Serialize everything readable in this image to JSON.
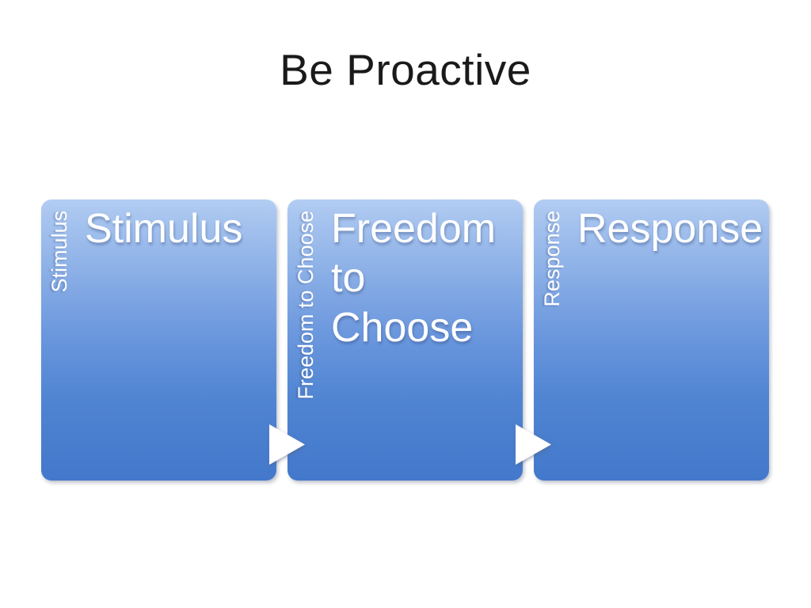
{
  "slide": {
    "title": "Be Proactive"
  },
  "diagram": {
    "type": "process-flow",
    "boxes": [
      {
        "label": "Stimulus",
        "side_label": "Stimulus"
      },
      {
        "label": "Freedom to Choose",
        "side_label": "Freedom to Choose"
      },
      {
        "label": "Response",
        "side_label": "Response"
      }
    ],
    "arrows": [
      {
        "icon": "right-triangle-arrow-icon"
      },
      {
        "icon": "right-triangle-arrow-icon"
      }
    ],
    "colors": {
      "box_gradient_top": "#aac7f1",
      "box_gradient_mid": "#6b97dd",
      "box_gradient_bottom": "#4378cb",
      "label_text": "#ffffff",
      "arrow": "#ffffff",
      "title_text": "#1a1a1a",
      "background": "#ffffff"
    }
  }
}
